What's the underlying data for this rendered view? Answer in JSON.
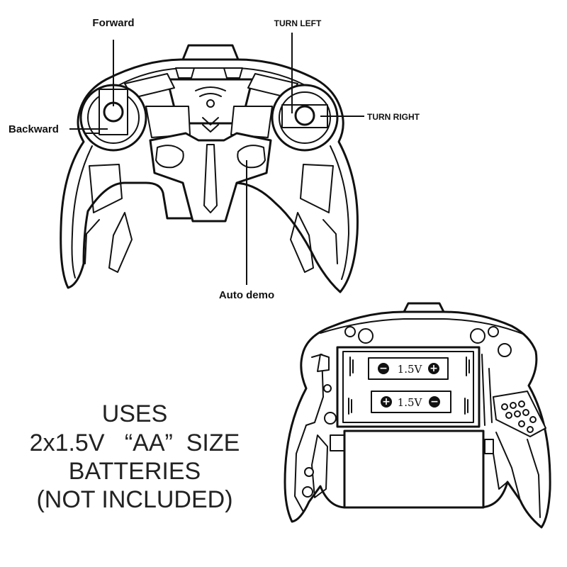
{
  "labels": {
    "forward": "Forward",
    "backward": "Backward",
    "turn_left": "TURN LEFT",
    "turn_right": "TURN RIGHT",
    "auto_demo": "Auto demo"
  },
  "batteries": {
    "top_voltage": "1.5V",
    "bottom_voltage": "1.5V",
    "minus": "−",
    "plus": "+"
  },
  "caption": {
    "line1": "USES",
    "line2": "2x1.5V   “AA”  SIZE",
    "line3": "BATTERIES",
    "line4": "(NOT INCLUDED)"
  },
  "colors": {
    "ink": "#111111",
    "background": "#ffffff"
  }
}
